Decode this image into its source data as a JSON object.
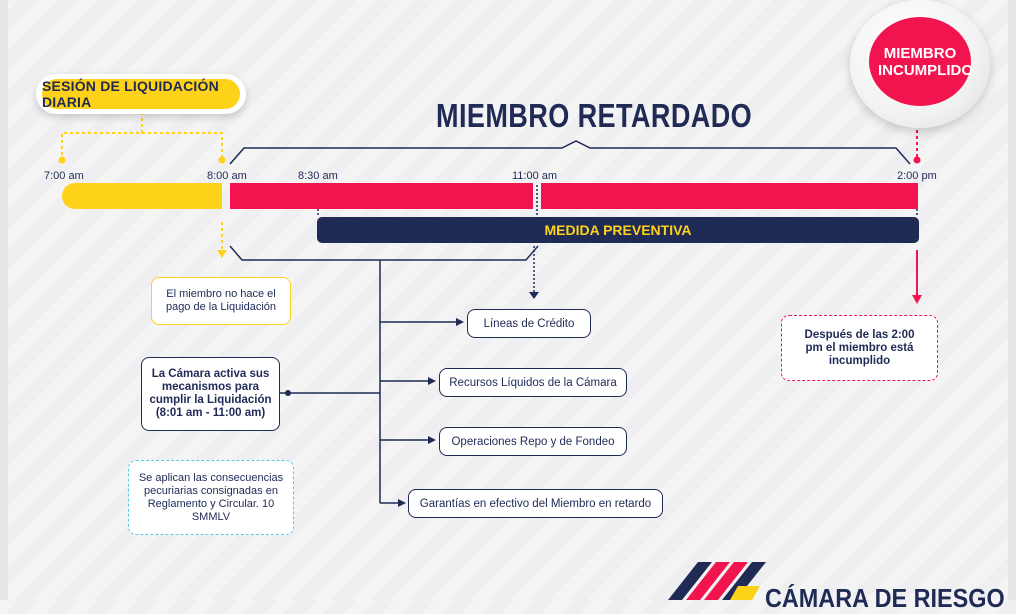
{
  "colors": {
    "navy": "#1f2a55",
    "yellow": "#ffd21a",
    "red": "#f2144e",
    "cyan": "#5cc7e8"
  },
  "header": {
    "session_label": "SESIÓN DE LIQUIDACIÓN DIARIA",
    "title": "MIEMBRO RETARDADO",
    "incumplido_label": "MIEMBRO INCUMPLIDO"
  },
  "timeline": {
    "times": [
      "7:00 am",
      "8:00 am",
      "8:30 am",
      "11:00 am",
      "2:00 pm"
    ],
    "medida_label": "MEDIDA PREVENTIVA"
  },
  "boxes": {
    "no_pago": "El miembro no hace el pago de la Liquidación",
    "camara": "La Cámara activa sus mecanismos para cumplir la Liquidación (8:01 am - 11:00 am)",
    "consecuencias": "Se aplican las consecuencias pecuriarias consignadas en Reglamento y Circular. 10 SMMLV",
    "despues": "Después de las 2:00 pm el miembro está incumplido"
  },
  "mechanisms": [
    "Líneas de Crédito",
    "Recursos Líquidos de la Cámara",
    "Operaciones Repo y de Fondeo",
    "Garantías en efectivo del Miembro en retardo"
  ],
  "logo": {
    "text": "CÁMARA DE RIESGO"
  }
}
